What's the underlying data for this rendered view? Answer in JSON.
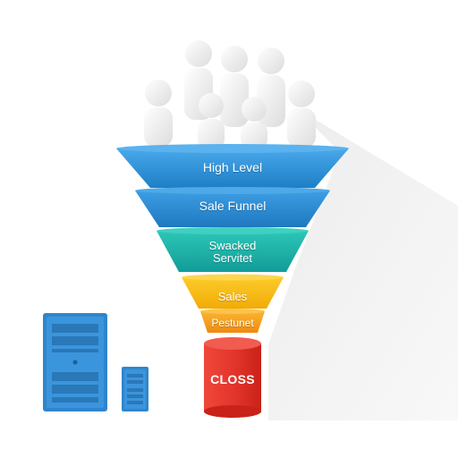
{
  "funnel": {
    "stages": [
      {
        "label": "High Level",
        "color": "#2e8fd6"
      },
      {
        "label": "Sale Funnel",
        "color": "#2a86cf"
      },
      {
        "label": "Swacked\nServitet",
        "color": "#1cb5a9"
      },
      {
        "label": "Sales",
        "color": "#f5bd0c"
      },
      {
        "label": "Pestunet",
        "color": "#f49a15"
      }
    ],
    "close_label": "CLOSS",
    "close_color": "#e5322d"
  },
  "people": {
    "icon": "person-figure-icon",
    "color": "#eeeeee"
  },
  "servers": {
    "icon": "server-tower-icon",
    "color": "#2e8fd6"
  }
}
